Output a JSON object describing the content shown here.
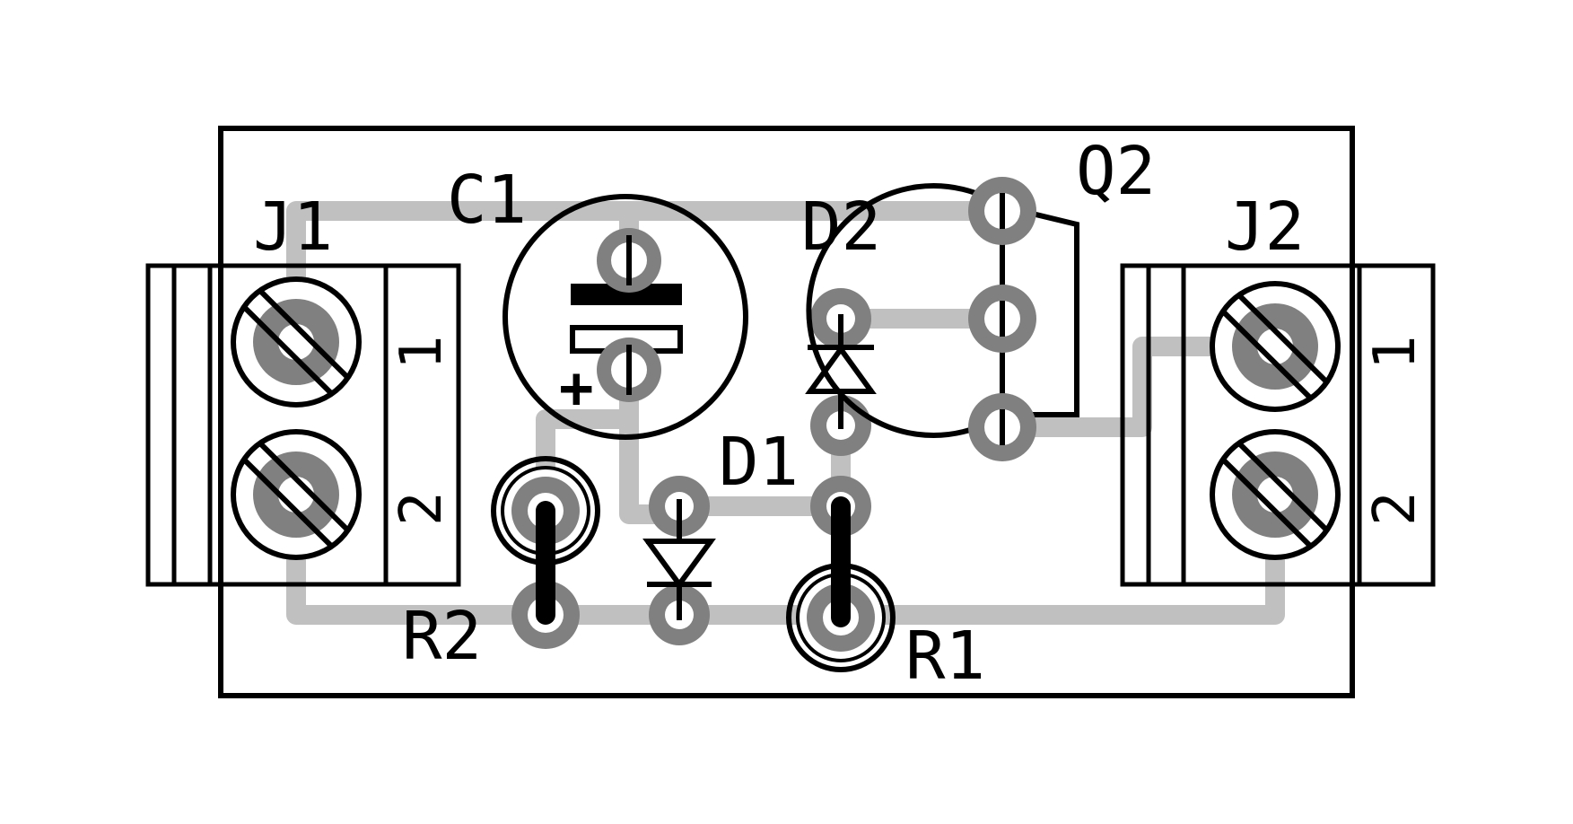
{
  "colors": {
    "background": "#ffffff",
    "silkscreen": "#000000",
    "trace": "#c0c0c0",
    "pad": "#808080",
    "drill": "#ffffff"
  },
  "components": {
    "j1": {
      "ref": "J1",
      "pin1": "1",
      "pin2": "2"
    },
    "j2": {
      "ref": "J2",
      "pin1": "1",
      "pin2": "2"
    },
    "c1": {
      "ref": "C1",
      "polarity": "+"
    },
    "d1": {
      "ref": "D1"
    },
    "d2": {
      "ref": "D2"
    },
    "q2": {
      "ref": "Q2"
    },
    "r1": {
      "ref": "R1"
    },
    "r2": {
      "ref": "R2"
    }
  }
}
